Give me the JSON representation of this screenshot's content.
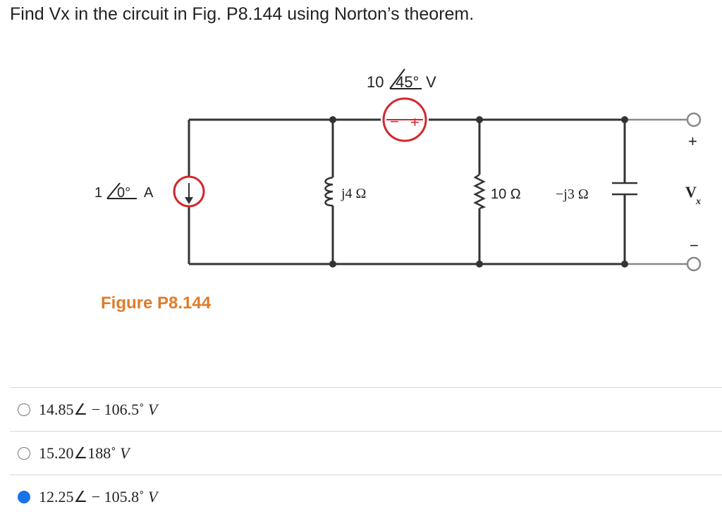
{
  "question": {
    "text": "Find Vx in the circuit in Fig. P8.144 using Norton’s theorem."
  },
  "figure": {
    "caption": "Figure P8.144",
    "caption_color": "#e07b2a",
    "voltage_source": {
      "magnitude": "10",
      "angle": "45°",
      "unit": "V",
      "plus": "+",
      "minus": "−",
      "color": "#d1272f"
    },
    "current_source": {
      "magnitude": "1",
      "angle": "0°",
      "unit": "A",
      "color": "#d1272f"
    },
    "inductor": {
      "label": "j4 Ω"
    },
    "resistor": {
      "label": "10 Ω"
    },
    "capacitor": {
      "label": "−j3 Ω"
    },
    "output": {
      "plus": "+",
      "minus": "−",
      "label": "V",
      "subscript": "x"
    },
    "wire_color": "#333333",
    "terminal_color": "#888888"
  },
  "options": [
    {
      "text": "14.85∠ − 106.5˚",
      "unit": "V",
      "selected": false
    },
    {
      "text": "15.20∠188˚",
      "unit": "V",
      "selected": false
    },
    {
      "text": "12.25∠ − 105.8˚",
      "unit": "V",
      "selected": true
    }
  ]
}
